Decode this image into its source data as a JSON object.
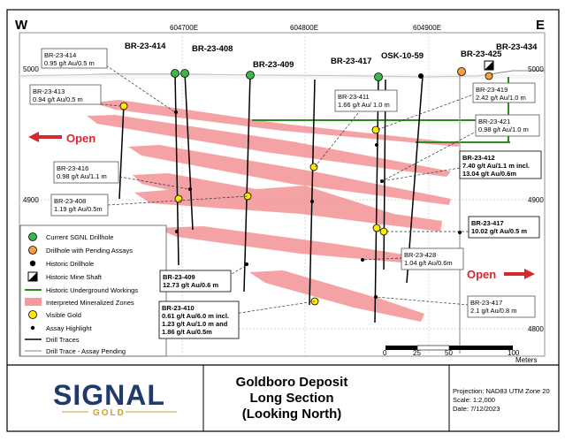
{
  "map": {
    "west_label": "W",
    "east_label": "E",
    "eastings": [
      "604700E",
      "604800E",
      "604900E"
    ],
    "elevations": {
      "top": "5000",
      "mid": "4900",
      "bottom": "4800"
    },
    "open_left": "Open",
    "open_right": "Open",
    "drillhole_labels": [
      "BR-23-414",
      "BR-23-408",
      "BR-23-409",
      "BR-23-417",
      "OSK-10-59",
      "BR-23-425",
      "BR-23-434"
    ],
    "scale_bar": {
      "ticks": [
        "0",
        "25",
        "50",
        "100"
      ],
      "unit": "Meters"
    },
    "colors": {
      "zone_fill": "#f4999c",
      "current_drillhole": "#3cb54a",
      "pending_drillhole": "#f6a23c",
      "visible_gold": "#ffec00",
      "workings": "#2e8b1f",
      "open_arrow": "#d6292d"
    }
  },
  "callouts": [
    {
      "id": "br414",
      "lines": [
        "BR-23-414",
        "0.95 g/t Au/0.5 m"
      ],
      "bold": false
    },
    {
      "id": "br413",
      "lines": [
        "BR-23-413",
        "0.94 g/t Au/0.5 m"
      ],
      "bold": false
    },
    {
      "id": "br411",
      "lines": [
        "BR-23-411",
        "1.66 g/t Au/ 1.0 m"
      ],
      "bold": false
    },
    {
      "id": "br419",
      "lines": [
        "BR-23-419",
        "2.42 g/t Au/1.0 m"
      ],
      "bold": false
    },
    {
      "id": "br421",
      "lines": [
        "BR-23-421",
        "0.98 g/t Au/1.0 m"
      ],
      "bold": false
    },
    {
      "id": "br412",
      "lines": [
        "BR-23-412",
        "7.40 g/t Au/1.1 m incl.",
        "13.04 g/t Au/0.6m"
      ],
      "bold": true
    },
    {
      "id": "br416",
      "lines": [
        "BR-23-416",
        "0.98 g/t Au/1.1 m"
      ],
      "bold": false
    },
    {
      "id": "br408",
      "lines": [
        "BR-23-408",
        "1.19 g/t Au/0.5m"
      ],
      "bold": false
    },
    {
      "id": "br417a",
      "lines": [
        "BR-23-417",
        "10.02 g/t Au/0.5 m"
      ],
      "bold": true
    },
    {
      "id": "br428",
      "lines": [
        "BR-23-428",
        "1.04 g/t Au/0.6m"
      ],
      "bold": false
    },
    {
      "id": "br409",
      "lines": [
        "BR-23-409",
        "12.73 g/t Au/0.6 m"
      ],
      "bold": true
    },
    {
      "id": "br410",
      "lines": [
        "BR-23-410",
        "0.61 g/t Au/6.0 m incl.",
        "1.23 g/t Au/1.0 m and",
        "1.86 g/t Au/0.5m"
      ],
      "bold": true
    },
    {
      "id": "br417b",
      "lines": [
        "BR-23-417",
        "2.1 g/t Au/0.8 m"
      ],
      "bold": false
    }
  ],
  "legend": [
    {
      "icon": "current-drillhole",
      "label": "Current SGNL Drillhole"
    },
    {
      "icon": "pending-drillhole",
      "label": "Drillhole with Pending Assays"
    },
    {
      "icon": "historic-drillhole",
      "label": "Historic Drillhole"
    },
    {
      "icon": "mine-shaft",
      "label": "Historic Mine Shaft"
    },
    {
      "icon": "workings",
      "label": "Historic Underground Workings"
    },
    {
      "icon": "zones",
      "label": "Interpreted Mineralized Zones"
    },
    {
      "icon": "visible-gold",
      "label": "Visible Gold"
    },
    {
      "icon": "assay-highlight",
      "label": "Assay Highlight"
    },
    {
      "icon": "drill-trace",
      "label": "Drill Traces"
    },
    {
      "icon": "drill-trace-pending",
      "label": "Drill Trace - Assay Pending"
    }
  ],
  "title_block": {
    "logo_word": "SIGNAL",
    "logo_sub": "GOLD",
    "title_lines": [
      "Goldboro Deposit",
      "Long Section",
      "(Looking North)"
    ],
    "projection": "Projection: NAD83 UTM Zone 20",
    "scale": "Scale: 1:2,000",
    "date": "Date: 7/12/2023"
  }
}
